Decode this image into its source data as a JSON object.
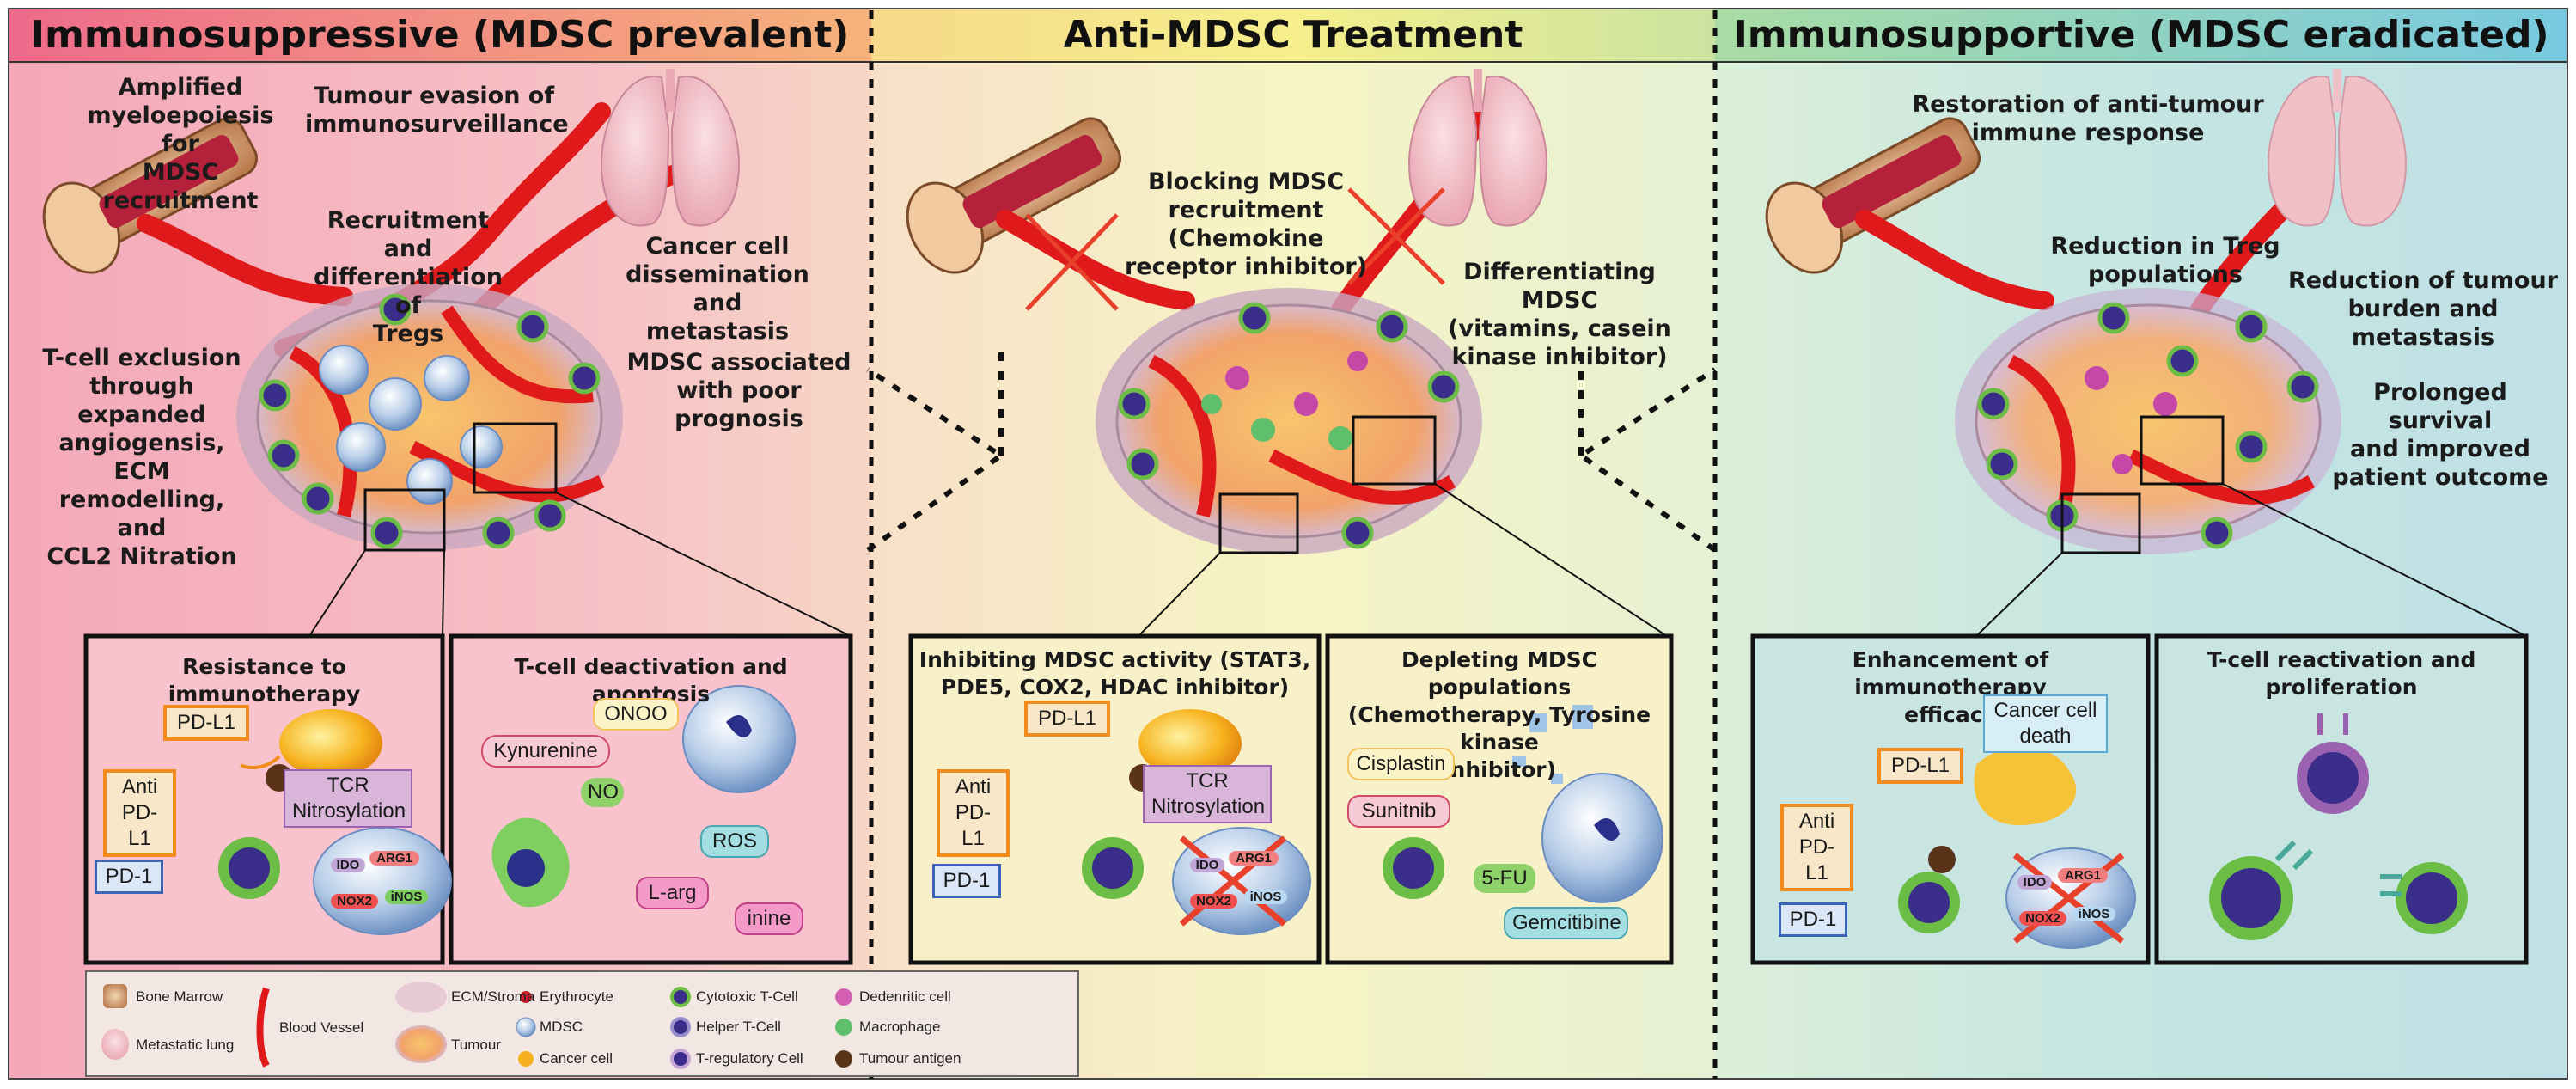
{
  "panels": [
    {
      "header": "Immunosuppressive (MDSC prevalent)",
      "labels": {
        "myelo": "Amplified\nmyeloepoiesis for\nMDSC recruitment",
        "evasion": "Tumour evasion of\nimmunosurveillance",
        "tregs": "Recruitment and\ndifferentiation of\nTregs",
        "dissemination": "Cancer cell\ndissemination\nand metastasis",
        "exclusion": "T-cell exclusion\nthrough\nexpanded\nangiogensis, ECM\nremodelling, and\nCCL2 Nitration",
        "prognosis": "MDSC associated\nwith poor prognosis"
      },
      "insets": [
        {
          "title": "Resistance to immunotherapy"
        },
        {
          "title": "T-cell deactivation and apoptosis"
        }
      ]
    },
    {
      "header": "Anti-MDSC Treatment",
      "labels": {
        "blocking": "Blocking MDSC\nrecruitment (Chemokine\nreceptor inhibitor)",
        "differentiating": "Differentiating MDSC\n(vitamins, casein\nkinase inhibitor)"
      },
      "insets": [
        {
          "title": "Inhibiting MDSC activity (STAT3,\nPDE5, COX2, HDAC inhibitor)"
        },
        {
          "title": "Depleting MDSC populations\n(Chemotherapy, Tyrosine kinase\ninhibitor)"
        }
      ]
    },
    {
      "header": "Immunosupportive (MDSC eradicated)",
      "labels": {
        "restoration": "Restoration of anti-tumour\nimmune response",
        "treg_reduction": "Reduction in Treg\npopulations",
        "burden": "Reduction of tumour\nburden and metastasis",
        "survival": "Prolonged survival\nand improved\npatient outcome"
      },
      "insets": [
        {
          "title": "Enhancement of immunotherapy\nefficacy"
        },
        {
          "title": "T-cell reactivation and\nproliferation"
        }
      ]
    }
  ],
  "molecules": {
    "pdl1": "PD-L1",
    "anti_pdl1": "Anti\nPD-L1",
    "tcr": "TCR\nNitrosylation",
    "pd1": "PD-1",
    "ido": "IDO",
    "arg1": "ARG1",
    "nox2": "NOX2",
    "inos": "iNOS",
    "onoo": "ONOO",
    "kynurenine": "Kynurenine",
    "no": "NO",
    "ros": "ROS",
    "larg": "L-arg",
    "inine": "inine",
    "cisplastin": "Cisplastin",
    "sunitnib": "Sunitnib",
    "fu": "5-FU",
    "gemcitibine": "Gemcitibine",
    "cancer_death": "Cancer cell\ndeath"
  },
  "legend": [
    {
      "label": "Bone Marrow",
      "icon": "bone-marrow-icon"
    },
    {
      "label": "Metastatic lung",
      "icon": "lung-icon"
    },
    {
      "label": "Blood Vessel",
      "icon": "blood-vessel-icon"
    },
    {
      "label": "ECM/Stroma",
      "icon": "ecm-icon"
    },
    {
      "label": "Tumour",
      "icon": "tumour-icon"
    },
    {
      "label": "Erythrocyte",
      "icon": "erythrocyte-icon"
    },
    {
      "label": "MDSC",
      "icon": "mdsc-icon"
    },
    {
      "label": "Cancer cell",
      "icon": "cancer-cell-icon"
    },
    {
      "label": "Cytotoxic T-Cell",
      "icon": "cytotoxic-tcell-icon"
    },
    {
      "label": "Helper T-Cell",
      "icon": "helper-tcell-icon"
    },
    {
      "label": "T-regulatory Cell",
      "icon": "treg-icon"
    },
    {
      "label": "Dedenritic cell",
      "icon": "dendritic-cell-icon"
    },
    {
      "label": "Macrophage",
      "icon": "macrophage-icon"
    },
    {
      "label": "Tumour antigen",
      "icon": "tumour-antigen-icon"
    }
  ],
  "colors": {
    "panel1": "#f5b9c4",
    "panel2": "#f4f2c6",
    "panel3": "#c5e3e4",
    "vessel": "#e0191b",
    "pdl1_border": "#f28c1c",
    "pd1_border": "#3a64b5",
    "tcr_fill": "#d8b5d9"
  }
}
